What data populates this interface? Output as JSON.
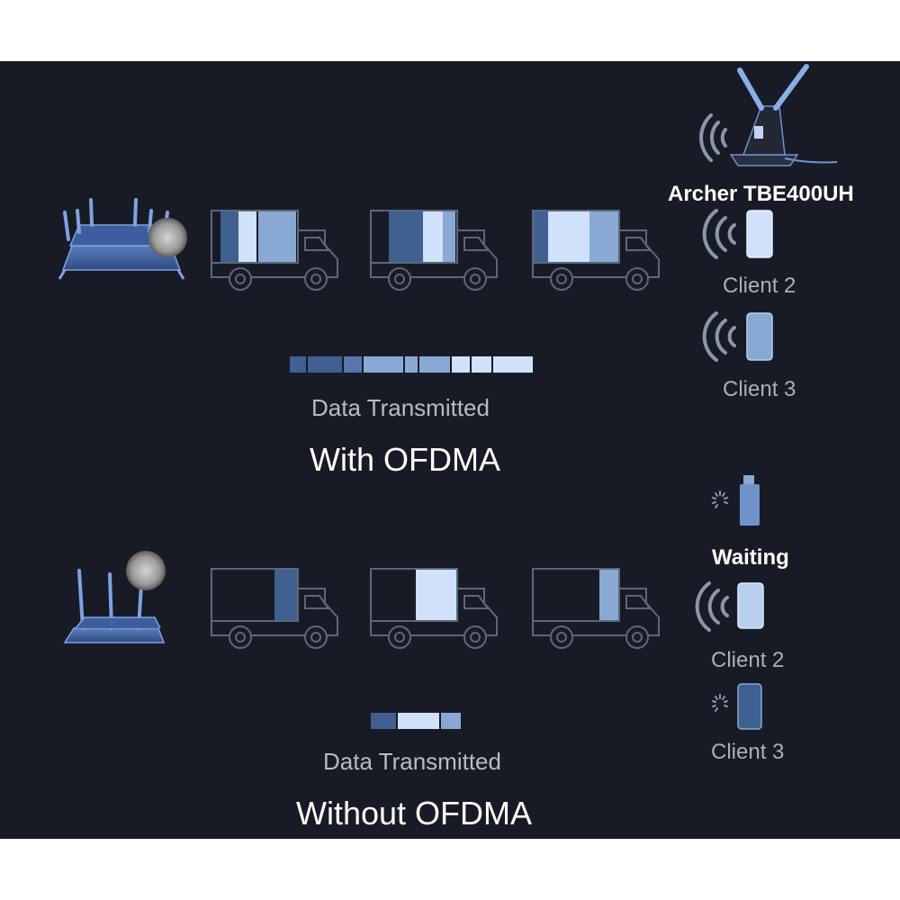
{
  "colors": {
    "background": "#181b25",
    "dark_blue": "#3f6090",
    "mid_blue": "#8aa8d4",
    "light_blue": "#cfe1fb",
    "outline": "#5d677a"
  },
  "ofdma": {
    "heading": "With OFDMA",
    "data_caption": "Data Transmitted",
    "device_label": "Archer TBE400UH",
    "client2_label": "Client 2",
    "client3_label": "Client 3"
  },
  "no_ofdma": {
    "heading": "Without OFDMA",
    "data_caption": "Data Transmitted",
    "status_label": "Waiting",
    "client2_label": "Client 2",
    "client3_label": "Client 3"
  },
  "icons": [
    "router-icon",
    "truck-icon",
    "wifi-adapter-icon",
    "phone-icon",
    "tablet-icon",
    "usb-adapter-icon",
    "signal-waves-icon",
    "loading-spinner-icon"
  ]
}
